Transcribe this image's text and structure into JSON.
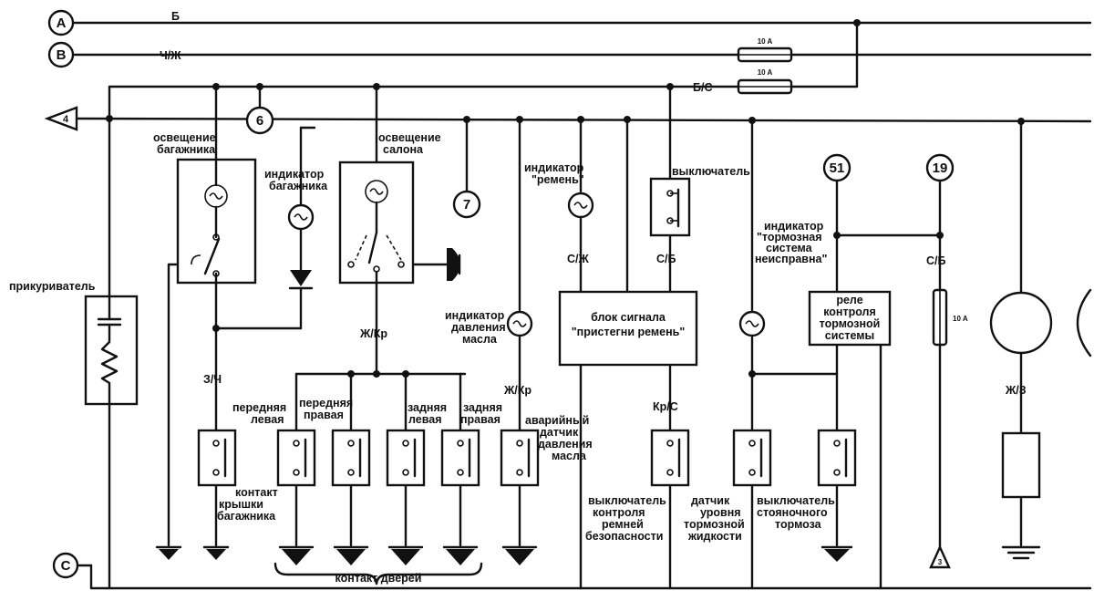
{
  "buses": {
    "A": {
      "id": "A",
      "wire": "Б"
    },
    "B": {
      "id": "B",
      "wire": "Ч/Ж"
    },
    "C": {
      "id": "C"
    },
    "arrow": "4",
    "bs": "Б/С"
  },
  "fuses": {
    "f1": "10 A",
    "f2": "10 A",
    "f3": "10 A"
  },
  "nodes": {
    "n6": "6",
    "n7": "7",
    "n51": "51",
    "n19": "19"
  },
  "ground_marks": {
    "g3": "3"
  },
  "labels": {
    "lighter": "прикуриватель",
    "trunk_light_1": "освещение",
    "trunk_light_2": "багажника",
    "trunk_ind_1": "индикатор",
    "trunk_ind_2": "багажника",
    "cabin_light_1": "освещение",
    "cabin_light_2": "салона",
    "belt_ind_1": "индикатор",
    "belt_ind_2": "\"ремень\"",
    "switch": "выключатель",
    "brake_ind_1": "индикатор",
    "brake_ind_2": "\"тормозная",
    "brake_ind_3": "система",
    "brake_ind_4": "неисправна\"",
    "oil_ind_1": "индикатор",
    "oil_ind_2": "давления",
    "oil_ind_3": "масла",
    "belt_unit_1": "блок сигнала",
    "belt_unit_2": "\"пристегни ремень\"",
    "relay_1": "реле",
    "relay_2": "контроля",
    "relay_3": "тормозной",
    "relay_4": "системы",
    "front_left_1": "передняя",
    "front_left_2": "левая",
    "front_right_1": "передняя",
    "front_right_2": "правая",
    "rear_left_1": "задняя",
    "rear_left_2": "левая",
    "rear_right_1": "задняя",
    "rear_right_2": "правая",
    "oil_sensor_1": "аварийный",
    "oil_sensor_2": "датчик",
    "oil_sensor_3": "давления",
    "oil_sensor_4": "масла",
    "trunk_contact_1": "контакт",
    "trunk_contact_2": "крышки",
    "trunk_contact_3": "багажника",
    "belt_switch_1": "выключатель",
    "belt_switch_2": "контроля",
    "belt_switch_3": "ремней",
    "belt_switch_4": "безопасности",
    "fluid_1": "датчик",
    "fluid_2": "уровня",
    "fluid_3": "тормозной",
    "fluid_4": "жидкости",
    "park_1": "выключатель",
    "park_2": "стояночного",
    "park_3": "тормоза",
    "door_contacts": "контакт дверей"
  },
  "wires": {
    "w_zch": "З/Ч",
    "w_zhkr1": "Ж/Кр",
    "w_zhkr2": "Ж/Кр",
    "w_szh": "С/Ж",
    "w_sb1": "С/Б",
    "w_sb2": "С/Б",
    "w_krs": "Кр/С",
    "w_zhz": "Ж/З"
  }
}
